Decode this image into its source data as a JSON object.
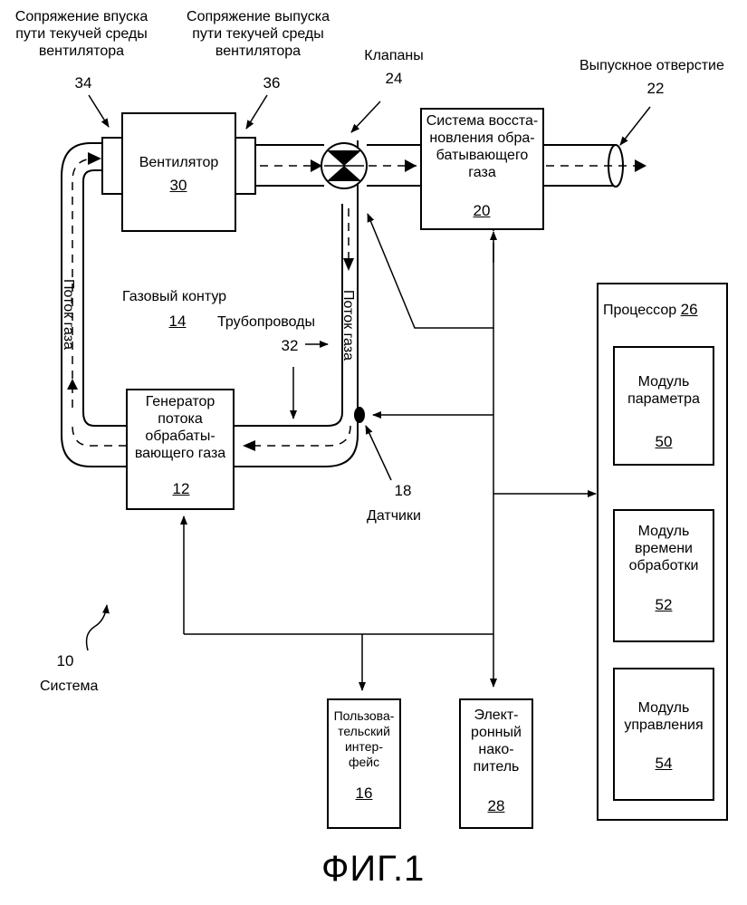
{
  "labels": {
    "inlet_interface": [
      "Сопряжение впуска",
      "пути текучей среды",
      "вентилятора"
    ],
    "inlet_interface_num": "34",
    "outlet_interface": [
      "Сопряжение выпуска",
      "пути текучей среды",
      "вентилятора"
    ],
    "outlet_interface_num": "36",
    "valves": "Клапаны",
    "valves_num": "24",
    "exhaust": "Выпускное отверстие",
    "exhaust_num": "22",
    "fan": "Вентилятор",
    "fan_num": "30",
    "recovery_system": [
      "Система восста-",
      "новления обра-",
      "батывающего",
      "газа"
    ],
    "recovery_system_num": "20",
    "gas_flow_left": "Поток газа",
    "gas_flow_right": "Поток газа",
    "gas_circuit": "Газовый контур",
    "gas_circuit_num": "14",
    "pipelines": "Трубопроводы",
    "pipelines_num": "32",
    "generator": [
      "Генератор",
      "потока",
      "обрабаты-",
      "вающего газа"
    ],
    "generator_num": "12",
    "sensors_num": "18",
    "sensors": "Датчики",
    "processor": "Процессор",
    "processor_num": "26",
    "param_module": [
      "Модуль",
      "параметра"
    ],
    "param_module_num": "50",
    "time_module": [
      "Модуль",
      "времени",
      "обработки"
    ],
    "time_module_num": "52",
    "control_module": [
      "Модуль",
      "управления"
    ],
    "control_module_num": "54",
    "system_num": "10",
    "system": "Система",
    "user_interface": [
      "Пользова-",
      "тельский",
      "интер-",
      "фейс"
    ],
    "user_interface_num": "16",
    "storage": [
      "Элект-",
      "ронный",
      "нако-",
      "питель"
    ],
    "storage_num": "28",
    "figure_caption": "ФИГ.1"
  }
}
